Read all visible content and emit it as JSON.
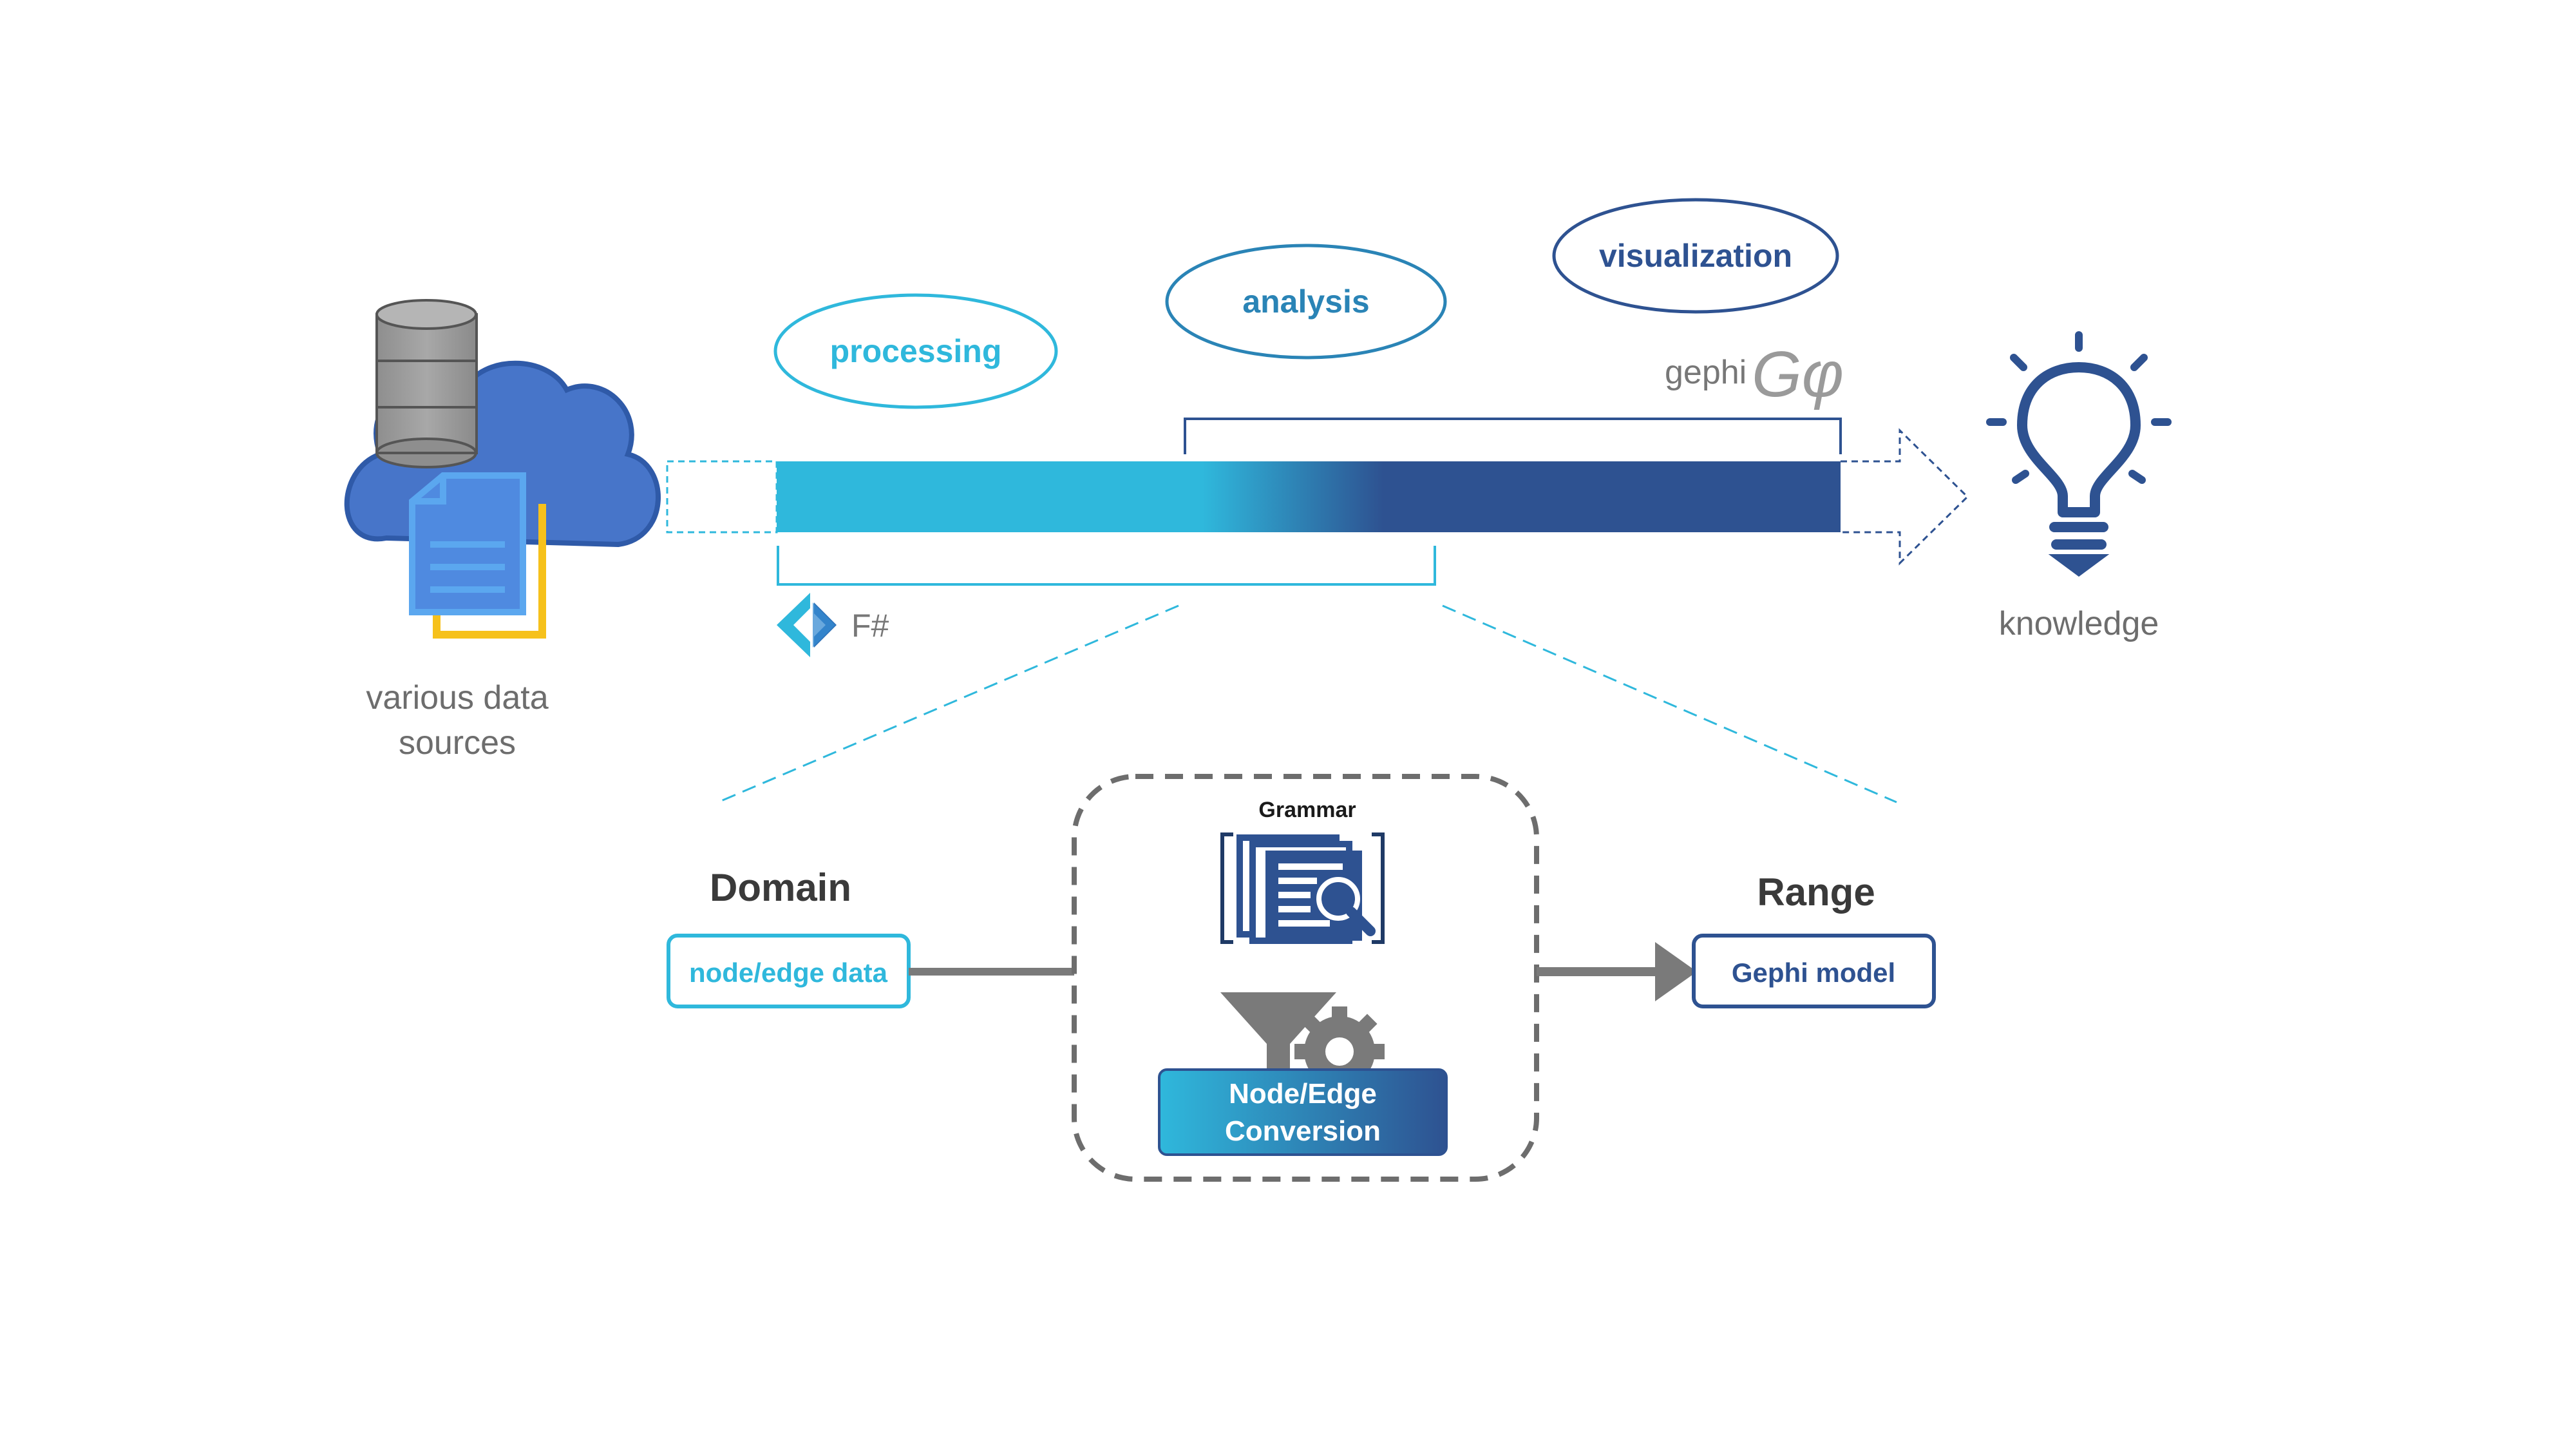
{
  "sources": {
    "label_line1": "various data",
    "label_line2": "sources"
  },
  "stages": {
    "processing": "processing",
    "analysis": "analysis",
    "visualization": "visualization"
  },
  "tools": {
    "fsharp": "F#",
    "gephi": "gephi",
    "gephi_logo_mark": "Gφ"
  },
  "output": {
    "label": "knowledge"
  },
  "detail": {
    "domain_title": "Domain",
    "domain_box": "node/edge data",
    "grammar_label": "Grammar",
    "conversion_line1": "Node/Edge",
    "conversion_line2": "Conversion",
    "range_title": "Range",
    "range_box": "Gephi model"
  },
  "colors": {
    "light_blue": "#2fb8dc",
    "dark_blue": "#2e5291",
    "cloud_blue": "#4775c9",
    "gray": "#6d6d6d",
    "file_yellow": "#f6c11b"
  }
}
